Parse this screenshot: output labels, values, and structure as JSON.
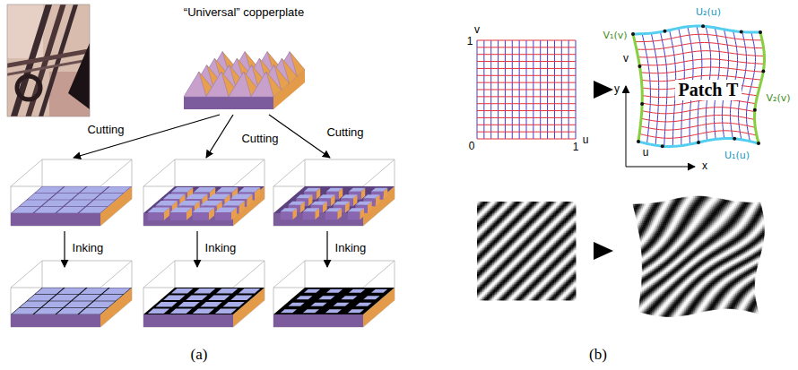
{
  "diagram": {
    "labels": [
      "“Universal” copperplate",
      "Cutting",
      "Cutting",
      "Cutting",
      "Inking",
      "Inking",
      "Inking",
      "(a)",
      "v",
      "1",
      "1",
      "0",
      "u",
      "U₂(u)",
      "V₁(v)",
      "V₂(v)",
      "y",
      "v",
      "Patch T",
      "u",
      "x",
      "U₁(u)",
      "(b)"
    ]
  }
}
